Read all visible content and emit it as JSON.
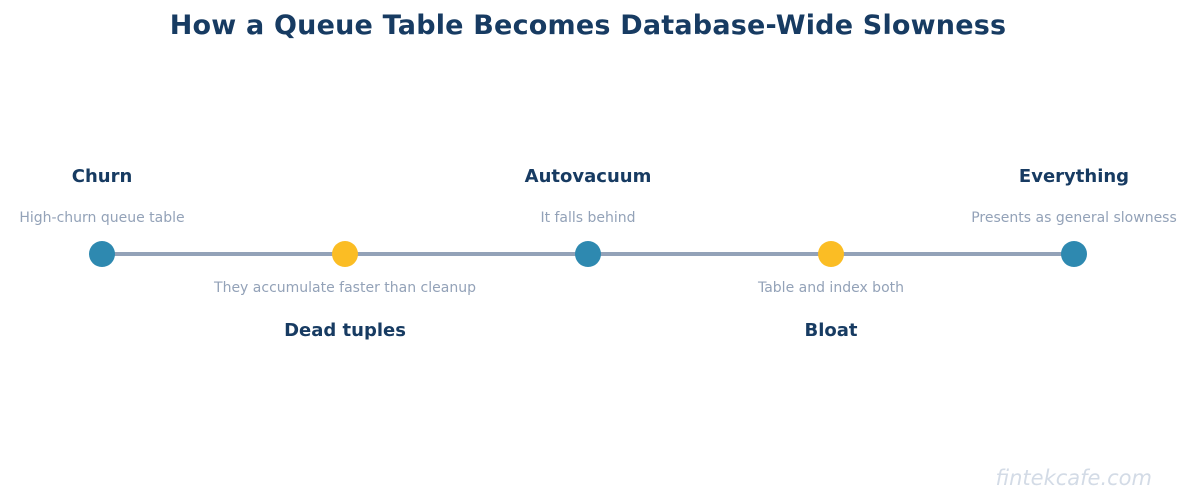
{
  "title": "How a Queue Table Becomes Database-Wide Slowness",
  "colors": {
    "title": "#173b62",
    "line": "#93a2b8",
    "node_primary": "#2e89b0",
    "node_secondary": "#fbbd24",
    "description": "#93a2b8",
    "watermark": "#d3dbe6"
  },
  "steps": [
    {
      "label": "Churn",
      "description": "High-churn queue table",
      "node_color": "#2e89b0",
      "text_position": "above"
    },
    {
      "label": "Dead tuples",
      "description": "They accumulate faster than cleanup",
      "node_color": "#fbbd24",
      "text_position": "below"
    },
    {
      "label": "Autovacuum",
      "description": "It falls behind",
      "node_color": "#2e89b0",
      "text_position": "above"
    },
    {
      "label": "Bloat",
      "description": "Table and index both",
      "node_color": "#fbbd24",
      "text_position": "below"
    },
    {
      "label": "Everything",
      "description": "Presents as general slowness",
      "node_color": "#2e89b0",
      "text_position": "above"
    }
  ],
  "watermark": "fintekcafe.com"
}
